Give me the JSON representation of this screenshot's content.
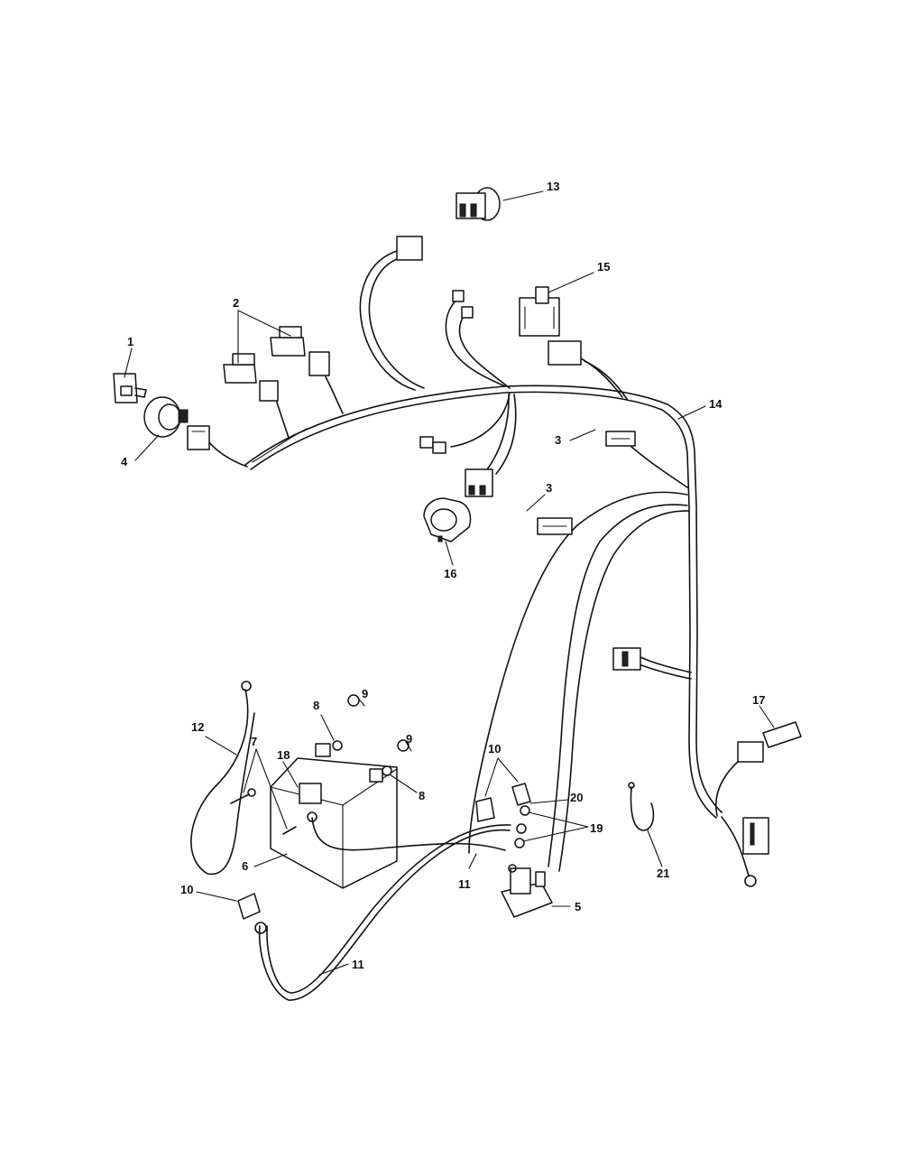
{
  "callouts": {
    "c1": "1",
    "c2": "2",
    "c3a": "3",
    "c3b": "3",
    "c4": "4",
    "c5": "5",
    "c6": "6",
    "c7": "7",
    "c8a": "8",
    "c8b": "8",
    "c9a": "9",
    "c9b": "9",
    "c10a": "10",
    "c10b": "10",
    "c11a": "11",
    "c11b": "11",
    "c12": "12",
    "c13": "13",
    "c14": "14",
    "c15": "15",
    "c16": "16",
    "c17": "17",
    "c18": "18",
    "c19": "19",
    "c20": "20",
    "c21": "21"
  },
  "colors": {
    "ink": "#111111",
    "paper": "#ffffff"
  }
}
